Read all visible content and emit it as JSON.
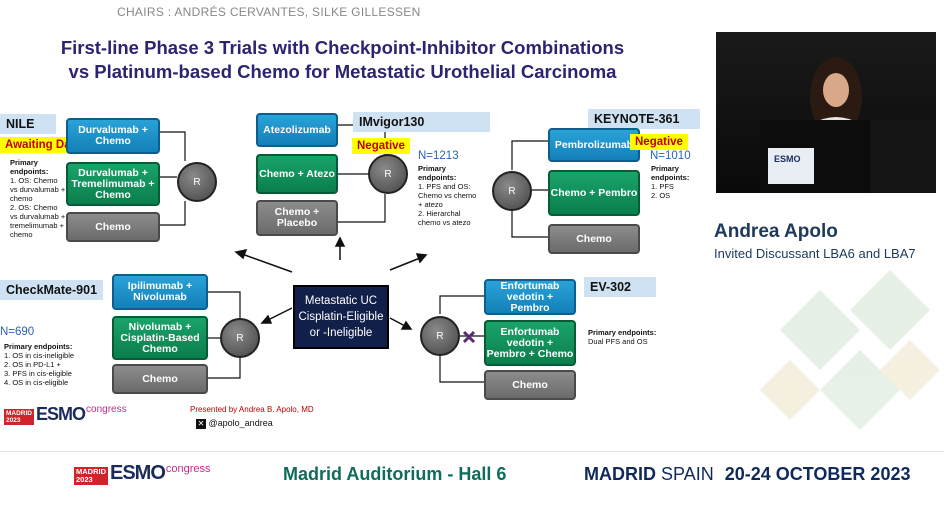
{
  "header": {
    "chairs": "CHAIRS : ANDRÉS CERVANTES, SILKE GILLESSEN"
  },
  "slide": {
    "title_line1": "First-line Phase 3 Trials with Checkpoint-Inhibitor Combinations",
    "title_line2": "vs Platinum-based Chemo for Metastatic Urothelial Carcinoma",
    "center": {
      "line1": "Metastatic UC",
      "line2": "Cisplatin-Eligible",
      "line3": "or -Ineligible"
    },
    "r_label": "R",
    "nile": {
      "name": "NILE",
      "status": "Awaiting Data",
      "arms": [
        "Durvalumab + Chemo",
        "Durvalumab + Tremelimumab + Chemo",
        "Chemo"
      ],
      "endpoints_title": "Primary endpoints:",
      "endpoints": [
        "1. OS: Chemo vs durvalumab + chemo",
        "2. OS: Chemo vs durvalumab + tremelimumab + chemo"
      ]
    },
    "imvigor": {
      "name": "IMvigor130",
      "status": "Negative",
      "n": "N=1213",
      "arms": [
        "Atezolizumab",
        "Chemo + Atezo",
        "Chemo + Placebo"
      ],
      "endpoints_title": "Primary endpoints:",
      "endpoints": [
        "1. PFS and OS: Chemo vs chemo + atezo",
        "2. Hierarchal chemo vs atezo"
      ]
    },
    "keynote": {
      "name": "KEYNOTE-361",
      "status": "Negative",
      "n": "N=1010",
      "arms": [
        "Pembrolizumab",
        "Chemo + Pembro",
        "Chemo"
      ],
      "endpoints_title": "Primary endpoints:",
      "endpoints": [
        "1. PFS",
        "2. OS"
      ]
    },
    "checkmate": {
      "name": "CheckMate-901",
      "n": "N=690",
      "arms": [
        "Ipilimumab + Nivolumab",
        "Nivolumab + Cisplatin-Based Chemo",
        "Chemo"
      ],
      "endpoints_title": "Primary endpoints:",
      "endpoints": [
        "1. OS in cis-ineligible",
        "2. OS in PD-L1 +",
        "3. PFS in cis-eligible",
        "4. OS in cis-eligible"
      ]
    },
    "ev302": {
      "name": "EV-302",
      "arms": [
        "Enfortumab vedotin + Pembro",
        "Enfortumab vedotin + Pembro + Chemo",
        "Chemo"
      ],
      "endpoints_title": "Primary endpoints:",
      "endpoints": [
        "Dual PFS and OS"
      ]
    },
    "presented_by": "Presented by Andrea B. Apolo, MD",
    "handle": "@apolo_andrea",
    "logo": {
      "year_line1": "MADRID",
      "year_line2": "2023",
      "brand": "ESMO",
      "suffix": "congress"
    }
  },
  "speaker": {
    "name": "Andrea Apolo",
    "role": "Invited Discussant LBA6 and LBA7"
  },
  "footer": {
    "logo": {
      "year_line1": "MADRID",
      "year_line2": "2023",
      "brand": "ESMO",
      "suffix": "congress"
    },
    "venue": "Madrid Auditorium - Hall 6",
    "city_bold": "MADRID",
    "city_light": "SPAIN",
    "dates": "20-24 OCTOBER 2023"
  },
  "colors": {
    "title": "#2b2470",
    "status_bg": "#ffff00",
    "status_text": "#c00000",
    "trial_label_bg": "#cfe2f3"
  }
}
